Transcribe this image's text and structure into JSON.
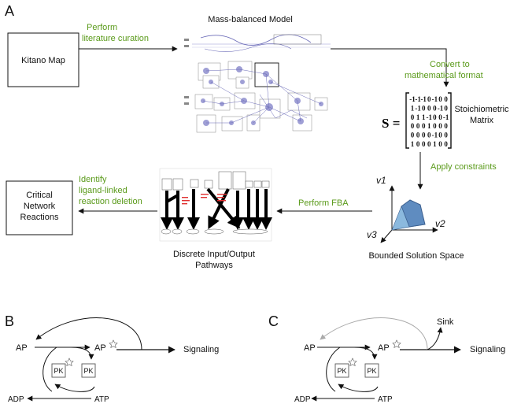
{
  "panel_a": {
    "label": "A",
    "kitano_map": "Kitano Map",
    "curation_line1": "Perform",
    "curation_line2": "literature curation",
    "model_title": "Mass-balanced Model",
    "convert_line1": "Convert to",
    "convert_line2": "mathematical format",
    "matrix_symbol": "S =",
    "matrix_rows": [
      [
        "-1",
        "-1",
        "-1",
        "0",
        "-1",
        "0",
        "0"
      ],
      [
        "1",
        "-1",
        "0",
        "0",
        "0",
        "-1",
        "0"
      ],
      [
        "0",
        "1",
        "1",
        "-1",
        "0",
        "0",
        "-1"
      ],
      [
        "0",
        "0",
        "0",
        "1",
        "0",
        "0",
        "0"
      ],
      [
        "0",
        "0",
        "0",
        "0",
        "-1",
        "0",
        "0"
      ],
      [
        "1",
        "0",
        "0",
        "0",
        "1",
        "0",
        "0"
      ]
    ],
    "matrix_label_line1": "Stoichiometric",
    "matrix_label_line2": "Matrix",
    "apply_constraints": "Apply constraints",
    "v1": "v1",
    "v2": "v2",
    "v3": "v3",
    "bounded_space": "Bounded Solution Space",
    "perform_fba": "Perform FBA",
    "discrete_line1": "Discrete Input/Output",
    "discrete_line2": "Pathways",
    "identify_line1": "Identify",
    "identify_line2": "ligand-linked",
    "identify_line3": "reaction deletion",
    "critical_line1": "Critical",
    "critical_line2": "Network",
    "critical_line3": "Reactions"
  },
  "panel_b": {
    "label": "B",
    "ap": "AP",
    "ap_star": "AP",
    "signaling": "Signaling",
    "pk_star": "PK",
    "pk": "PK",
    "adp": "ADP",
    "atp": "ATP"
  },
  "panel_c": {
    "label": "C",
    "ap": "AP",
    "ap_star": "AP",
    "sink": "Sink",
    "signaling": "Signaling",
    "pk_star": "PK",
    "pk": "PK",
    "adp": "ADP",
    "atp": "ATP"
  }
}
